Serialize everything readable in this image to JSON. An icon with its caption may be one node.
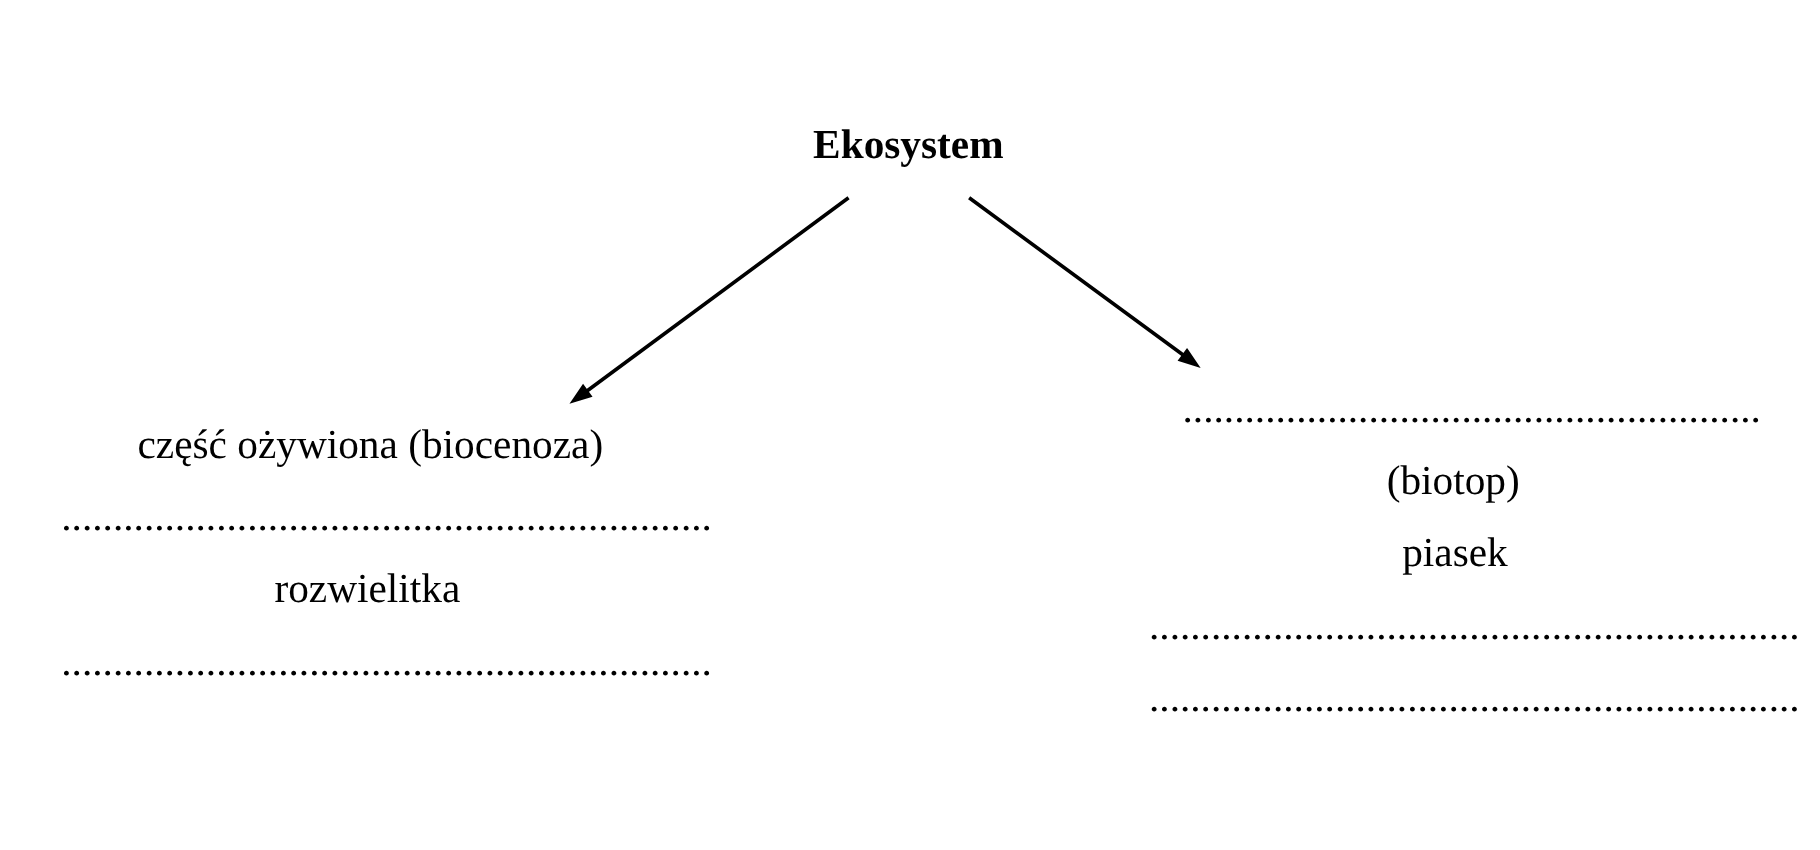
{
  "diagram": {
    "nodes": [
      {
        "text": [
          "Ekosystem"
        ]
      },
      {
        "text": [
          "część ożywiona (biocenoza)",
          "...............................................................",
          "rozwielitka",
          "..............................................................."
        ]
      },
      {
        "text": [
          "........................................................",
          "(biotop)",
          "piasek",
          "...............................................................",
          "..............................................................."
        ]
      }
    ],
    "edges": [
      {
        "from": 0,
        "to": 1,
        "arrow": "to"
      },
      {
        "from": 0,
        "to": 2,
        "arrow": "to"
      }
    ]
  }
}
